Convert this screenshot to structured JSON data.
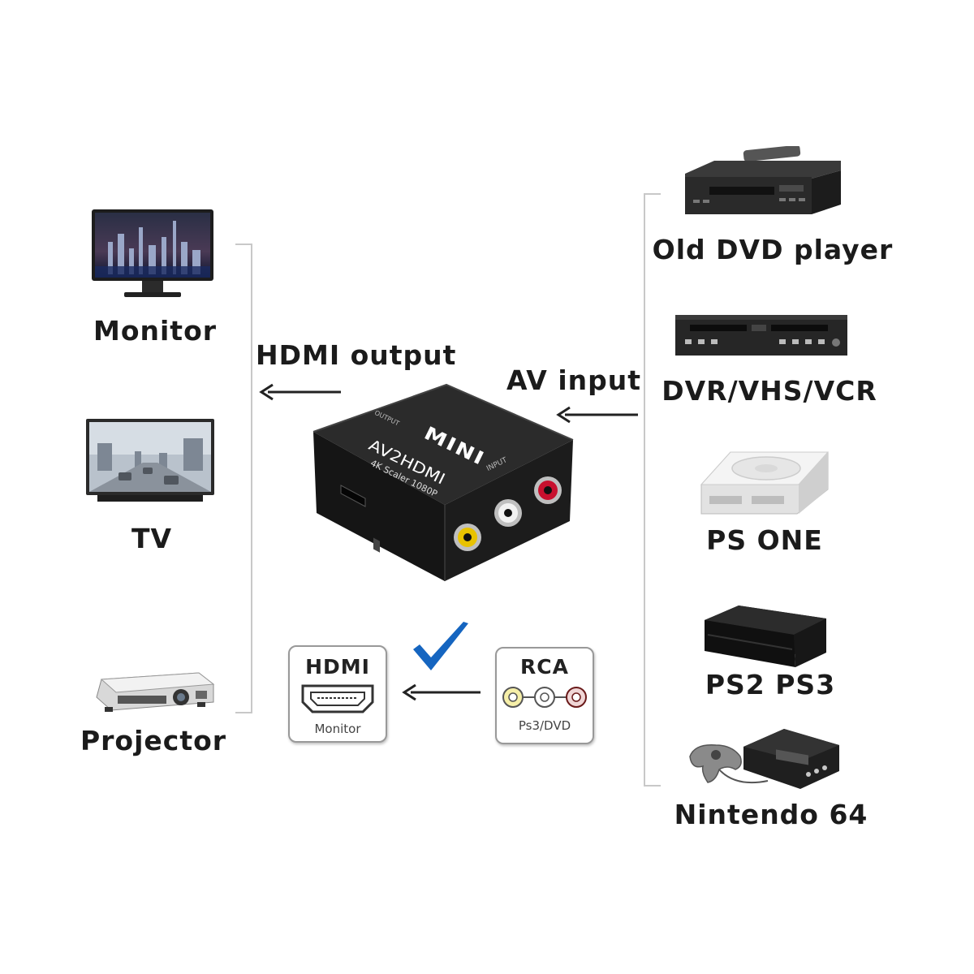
{
  "left_devices": [
    {
      "label": "Monitor",
      "icon": "monitor-icon"
    },
    {
      "label": "TV",
      "icon": "tv-icon"
    },
    {
      "label": "Projector",
      "icon": "projector-icon"
    }
  ],
  "right_devices": [
    {
      "label": "Old DVD player",
      "icon": "vcr-player-icon"
    },
    {
      "label": "DVR/VHS/VCR",
      "icon": "dvd-vhs-combo-icon"
    },
    {
      "label": "PS ONE",
      "icon": "ps-one-console-icon"
    },
    {
      "label": "PS2 PS3",
      "icon": "ps2-console-icon"
    },
    {
      "label": "Nintendo 64",
      "icon": "nintendo-64-console-icon"
    }
  ],
  "flow": {
    "output_label": "HDMI output",
    "input_label": "AV input"
  },
  "converter": {
    "top_text": "MINI",
    "model_text": "AV2HDMI",
    "spec_text": "4K Scaler 1080P",
    "input_port_text": "INPUT",
    "output_port_text": "OUTPUT",
    "rca_colors": [
      "#e8c200",
      "#f2f2f2",
      "#c8102e"
    ]
  },
  "connectors": {
    "hdmi_title": "HDMI",
    "hdmi_sub": "Monitor",
    "rca_title": "RCA",
    "rca_sub": "Ps3/DVD",
    "check_color": "#1565c0"
  }
}
